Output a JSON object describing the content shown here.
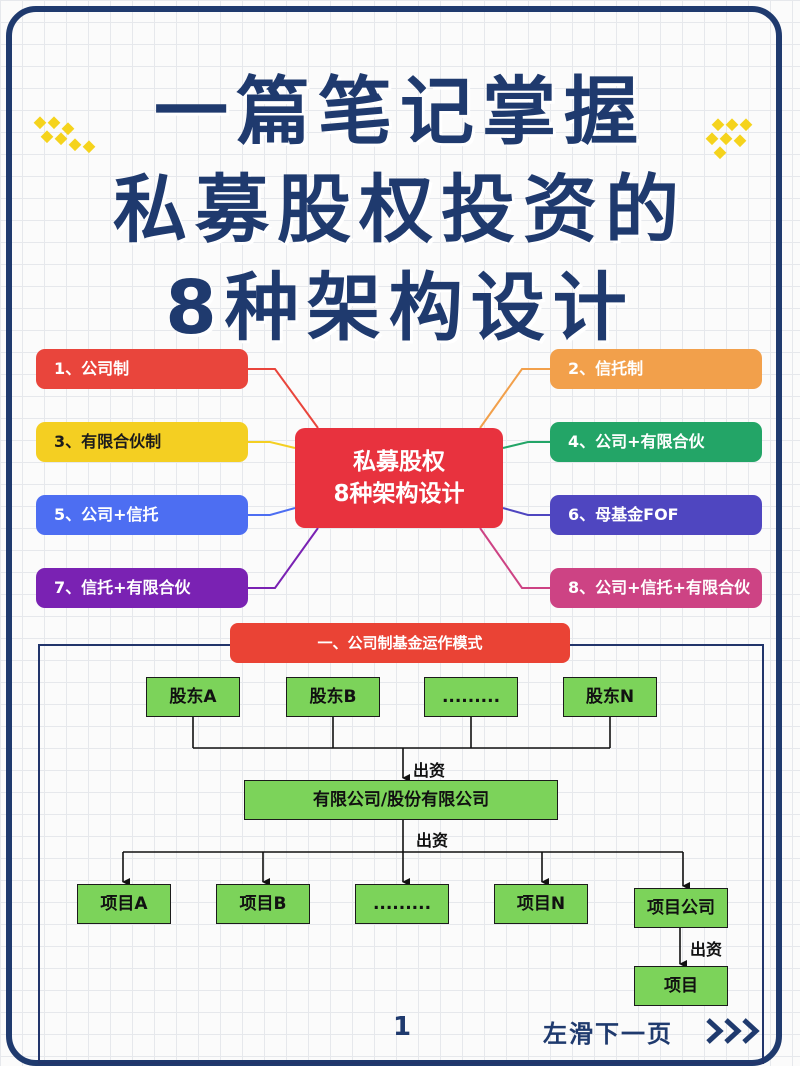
{
  "title": {
    "line1": "一篇笔记掌握",
    "line2": "私募股权投资的",
    "line3": "8种架构设计"
  },
  "center": {
    "line1": "私募股权",
    "line2": "8种架构设计"
  },
  "structures": [
    {
      "label": "1、公司制",
      "color": "#e9453c"
    },
    {
      "label": "2、信托制",
      "color": "#f2a04b"
    },
    {
      "label": "3、有限合伙制",
      "color": "#f4cf22"
    },
    {
      "label": "4、公司+有限合伙",
      "color": "#23a567"
    },
    {
      "label": "5、公司+信托",
      "color": "#4d6ef2"
    },
    {
      "label": "6、母基金FOF",
      "color": "#4f46c0"
    },
    {
      "label": "7、信托+有限合伙",
      "color": "#7a22b3"
    },
    {
      "label": "8、公司+信托+有限合伙",
      "color": "#cd4384"
    }
  ],
  "section": {
    "title": "一、公司制基金运作模式",
    "shareholders": [
      "股东A",
      "股东B",
      ".........",
      "股东N"
    ],
    "invest_label_1": "出资",
    "company": "有限公司/股份有限公司",
    "invest_label_2": "出资",
    "projects": [
      "项目A",
      "项目B",
      ".........",
      "项目N",
      "项目公司"
    ],
    "invest_label_3": "出资",
    "final_project": "项目"
  },
  "footer": {
    "page_number": "1",
    "next_page": "左滑下一页"
  }
}
